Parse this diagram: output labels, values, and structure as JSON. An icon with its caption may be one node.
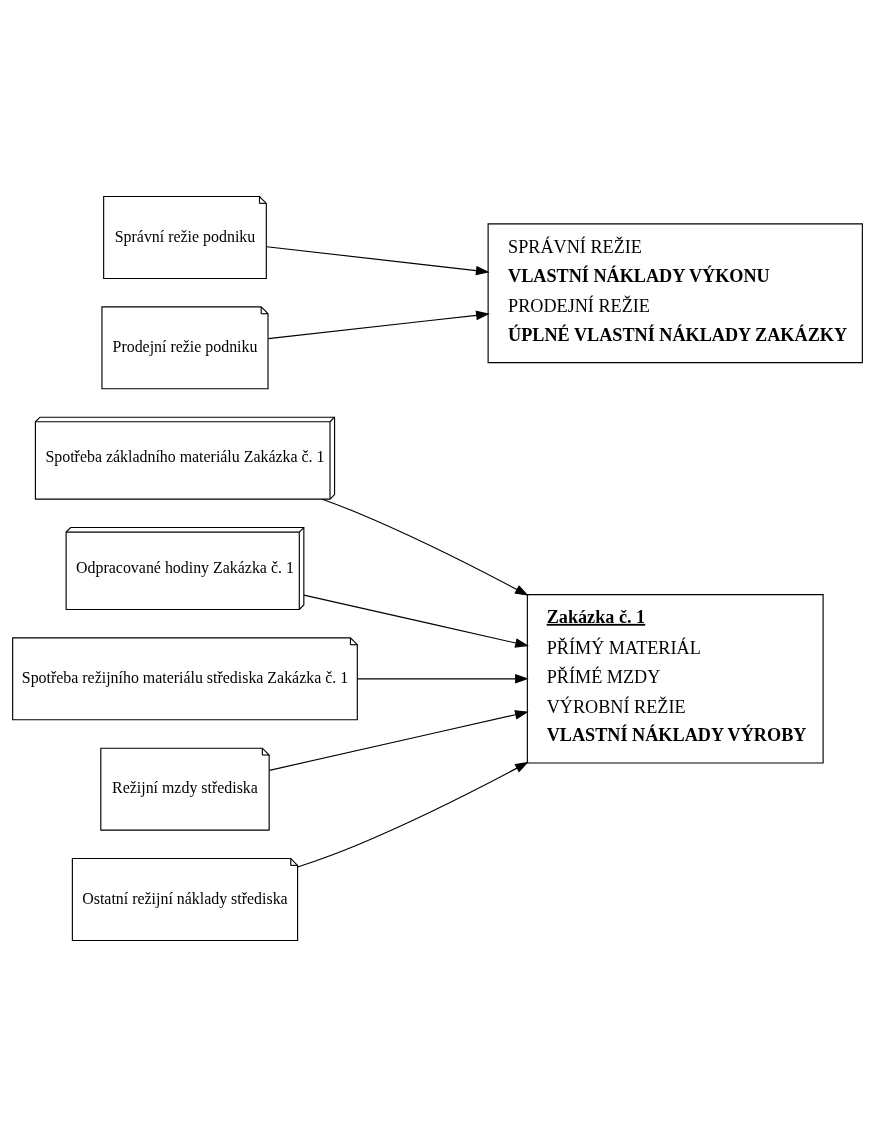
{
  "diagram": {
    "nodes": [
      {
        "text": [
          "Spotřeba základního materiálu Zakázka č. 1"
        ]
      },
      {
        "text": [
          "Odpracované hodiny Zakázka č. 1"
        ]
      },
      {
        "text": [
          "Spotřeba režijního materiálu střediska Zakázka č. 1"
        ]
      },
      {
        "text": [
          "Režijní mzdy střediska"
        ]
      },
      {
        "text": [
          "Ostatní režijní náklady střediska"
        ]
      },
      {
        "text": [
          "Správní režie podniku"
        ]
      },
      {
        "text": [
          "Prodejní režie podniku"
        ]
      },
      {
        "text": [
          "Zakázka č. 1",
          "PŘÍMÝ MATERIÁL",
          "PŘÍMÉ MZDY",
          "VÝROBNÍ REŽIE",
          "VLASTNÍ NÁKLADY VÝROBY"
        ]
      },
      {
        "text": [
          "SPRÁVNÍ REŽIE",
          "VLASTNÍ NÁKLADY VÝKONU",
          "PRODEJNÍ REŽIE",
          "ÚPLNÉ VLASTNÍ NÁKLADY ZAKÁZKY"
        ]
      }
    ],
    "edges": [
      {
        "from": 0,
        "to": 7,
        "arrow": "to"
      },
      {
        "from": 1,
        "to": 7,
        "arrow": "to"
      },
      {
        "from": 2,
        "to": 7,
        "arrow": "to"
      },
      {
        "from": 3,
        "to": 7,
        "arrow": "to"
      },
      {
        "from": 4,
        "to": 7,
        "arrow": "to"
      },
      {
        "from": 5,
        "to": 8,
        "arrow": "to"
      },
      {
        "from": 6,
        "to": 8,
        "arrow": "to"
      }
    ]
  }
}
